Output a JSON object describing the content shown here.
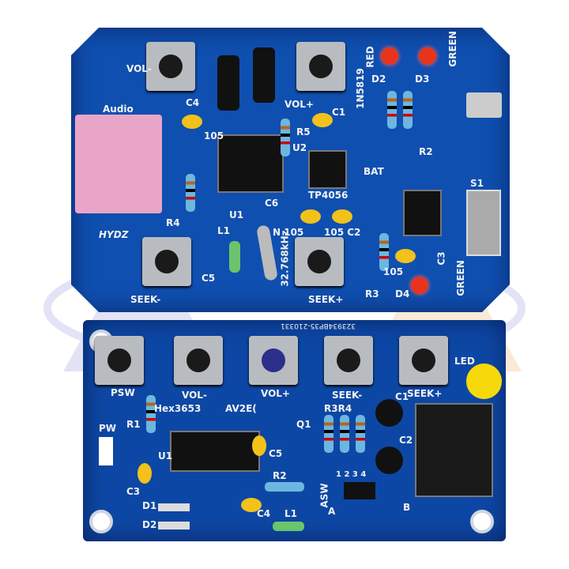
{
  "top_board": {
    "labels": [
      "VOL-",
      "VOL+",
      "Audio",
      "C4",
      "105",
      "C1",
      "R5",
      "1N5819",
      "D2",
      "D3",
      "RED",
      "GREEN",
      "R2",
      "U2",
      "TP4056",
      "BAT",
      "S1",
      "C6",
      "U1",
      "R4",
      "HYDZ",
      "L1",
      "32.768kHz",
      "N 105",
      "105 C2",
      "C3",
      "GREEN",
      "D4",
      "R3",
      "SEEK-",
      "SEEK+",
      "C5",
      "105"
    ]
  },
  "bottom_board": {
    "labels": [
      "PSW",
      "VOL-",
      "VOL+",
      "SEEK-",
      "SEEK+",
      "LED",
      "C1",
      "R1",
      "Hex3653",
      "AV2E(",
      "R3R4",
      "Q1",
      "C2",
      "PW",
      "U1",
      "C5",
      "C3",
      "R2",
      "ASW",
      "1  2  3  4",
      "D1",
      "D2",
      "C4",
      "L1",
      "A",
      "B",
      "323934BP35-210331"
    ]
  },
  "colors": {
    "pcb": "#0f4fb0",
    "led_red": "#e8341c",
    "led_yellow": "#f5d90a",
    "jack_pink": "#e9a5c8"
  }
}
